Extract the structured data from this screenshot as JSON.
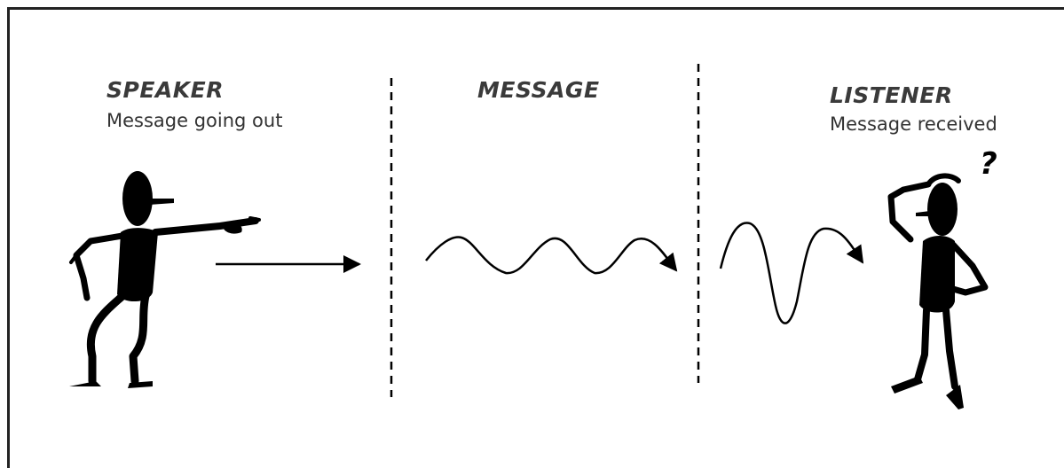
{
  "speaker": {
    "heading": "SPEAKER",
    "subtitle": "Message going out"
  },
  "message": {
    "heading": "MESSAGE"
  },
  "listener": {
    "heading": "LISTENER",
    "subtitle": "Message received",
    "question_mark": "?"
  },
  "colors": {
    "ink": "#000000",
    "heading_text": "#3a3a3a",
    "background": "#ffffff"
  },
  "icons": [
    "speaker-figure-icon",
    "listener-figure-icon",
    "arrow-icon",
    "wave-icon"
  ]
}
